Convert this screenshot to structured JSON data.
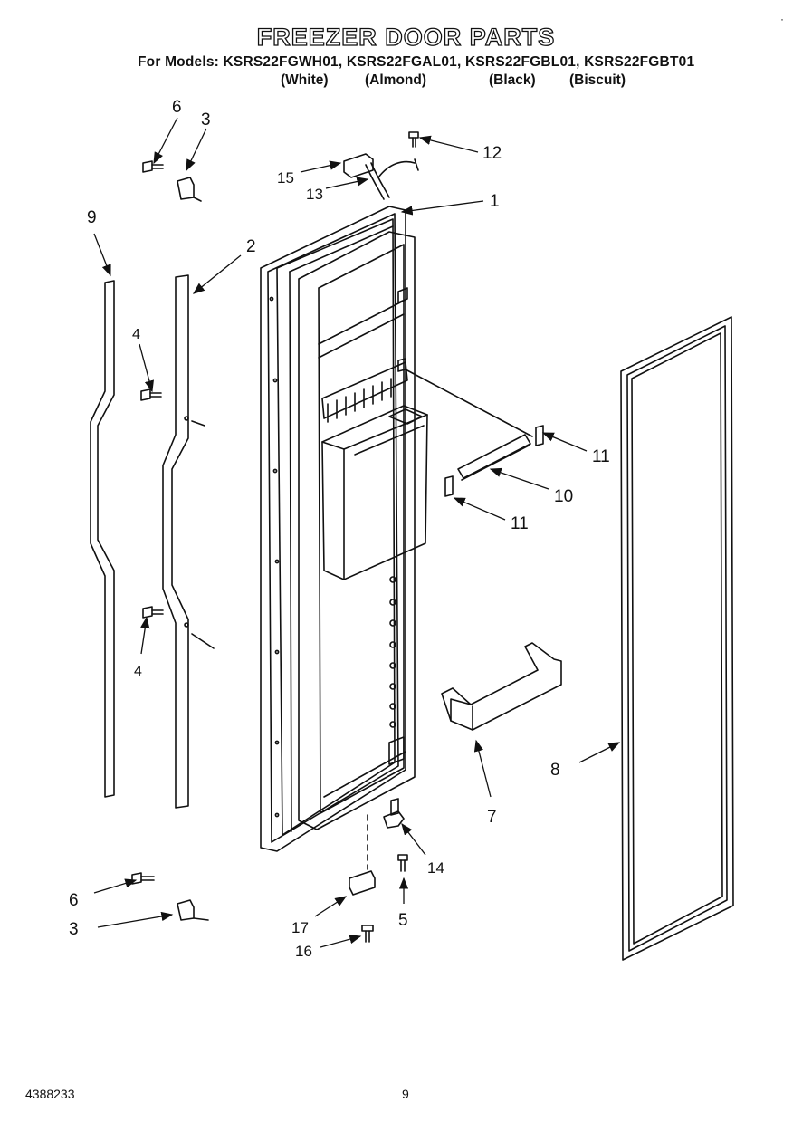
{
  "header": {
    "title": "FREEZER DOOR PARTS",
    "models_line": "For Models: KSRS22FGWH01, KSRS22FGAL01, KSRS22FGBL01, KSRS22FGBT01",
    "colors": [
      "(White)",
      "(Almond)",
      "(Black)",
      "(Biscuit)"
    ]
  },
  "corner_mark": "·",
  "callouts": [
    "1",
    "2",
    "3",
    "3",
    "4",
    "4",
    "5",
    "6",
    "6",
    "7",
    "8",
    "9",
    "10",
    "11",
    "11",
    "12",
    "13",
    "14",
    "15",
    "16",
    "17"
  ],
  "footer": {
    "doc_number": "4388233",
    "page_number": "9"
  }
}
